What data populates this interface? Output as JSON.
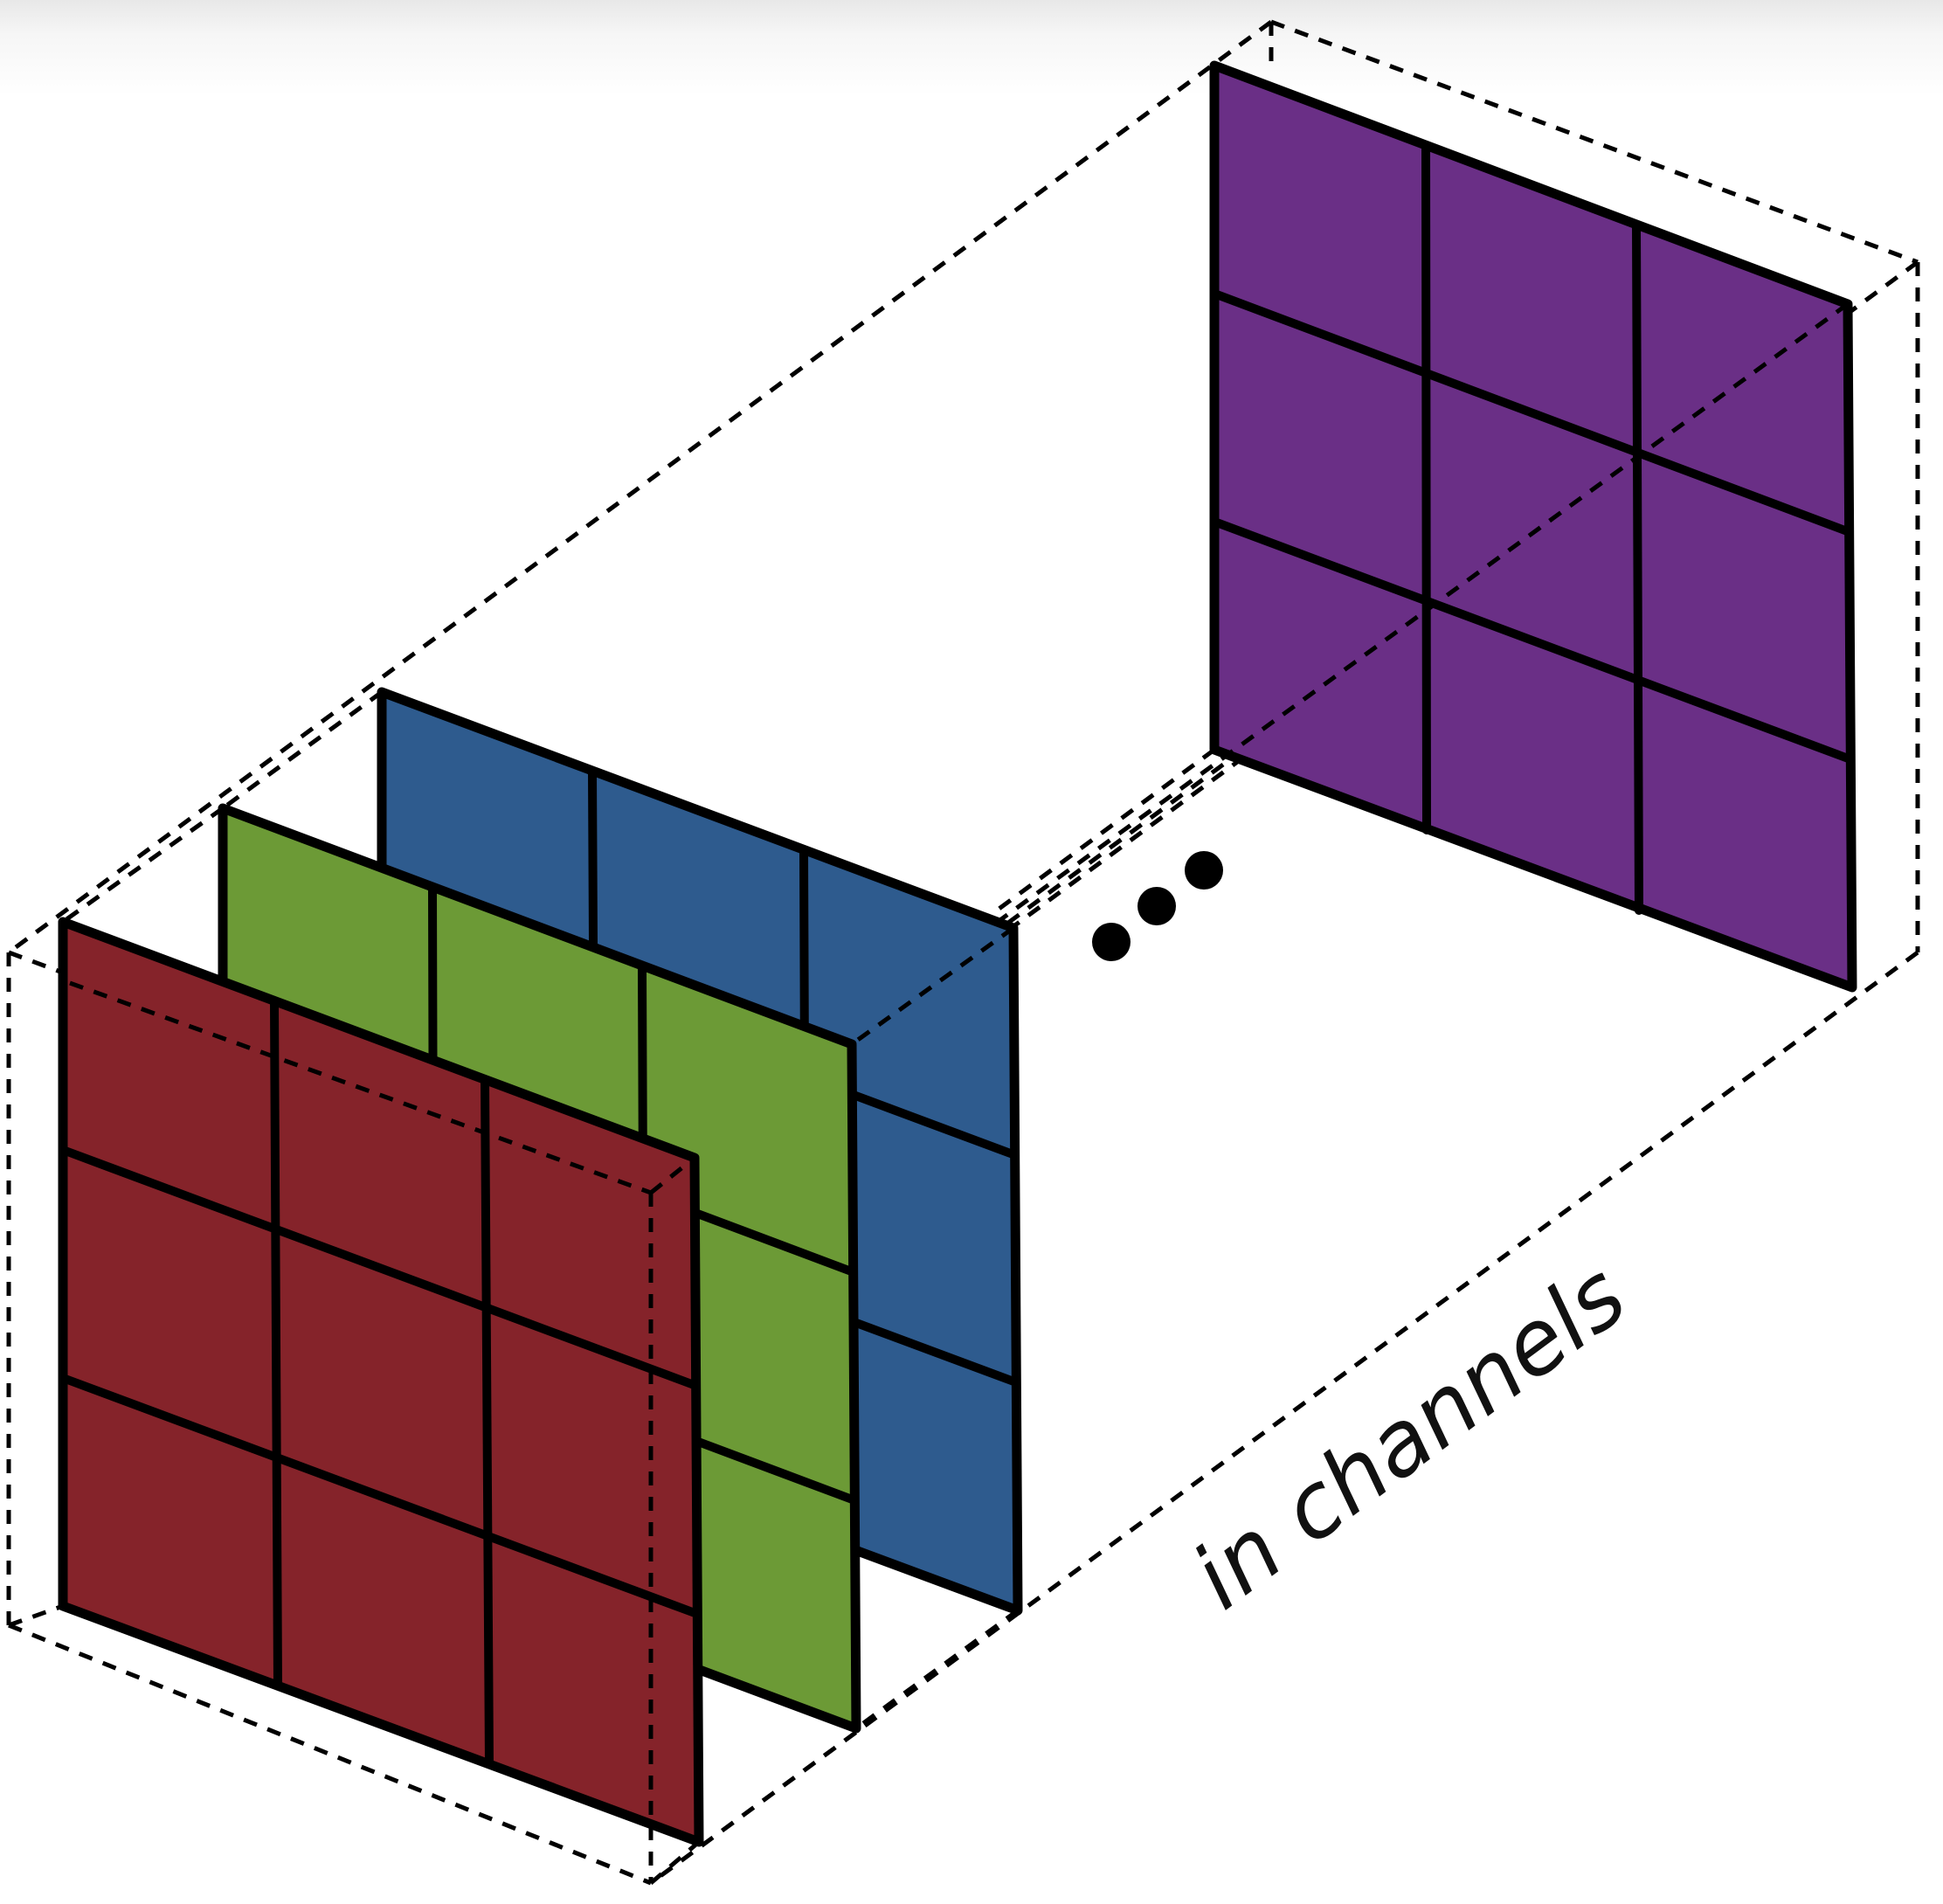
{
  "diagram": {
    "label": "in channels",
    "channel_colors": {
      "red": "#85232A",
      "green": "#6C9A36",
      "blue": "#2E5B8E",
      "purple": "#6A2F86"
    },
    "ellipsis_icon": "ellipsis-dots",
    "grid": "3x3"
  }
}
